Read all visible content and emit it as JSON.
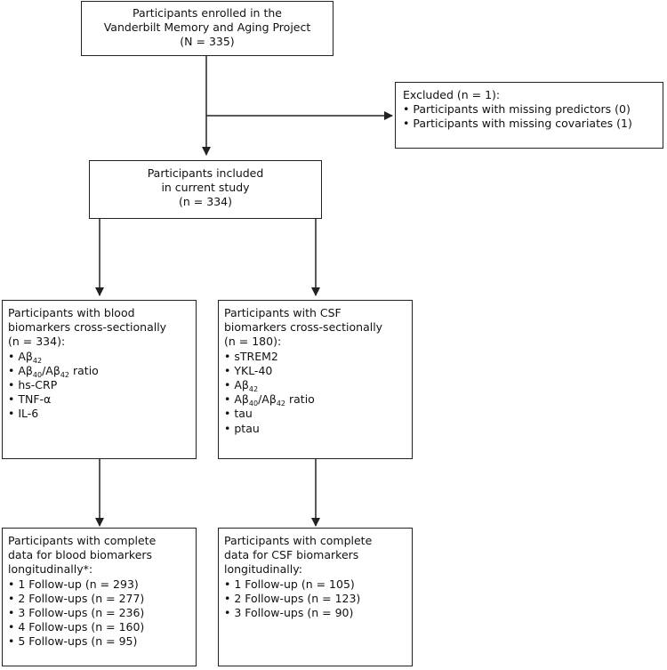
{
  "enrolled": {
    "lines": [
      "Participants enrolled in the",
      "Vanderbilt Memory and Aging Project",
      "(N = 335)"
    ]
  },
  "excluded": {
    "title": "Excluded (n = 1):",
    "items": [
      "Participants with missing predictors (0)",
      "Participants with missing covariates (1)"
    ]
  },
  "included": {
    "lines": [
      "Participants included",
      "in current study",
      "(n = 334)"
    ]
  },
  "blood_cross": {
    "lines": [
      "Participants with blood",
      "biomarkers cross-sectionally",
      "(n = 334):"
    ],
    "items": [
      {
        "parts": [
          "Aβ",
          "42",
          ""
        ]
      },
      {
        "parts": [
          "Aβ",
          "40",
          "/Aβ",
          "42",
          " ratio"
        ]
      },
      {
        "parts": [
          "hs-CRP"
        ]
      },
      {
        "parts": [
          "TNF-α"
        ]
      },
      {
        "parts": [
          "IL-6"
        ]
      }
    ]
  },
  "csf_cross": {
    "lines": [
      "Participants with CSF",
      "biomarkers cross-sectionally",
      "(n = 180):"
    ],
    "items": [
      {
        "parts": [
          "sTREM2"
        ]
      },
      {
        "parts": [
          "YKL-40"
        ]
      },
      {
        "parts": [
          "Aβ",
          "42",
          ""
        ]
      },
      {
        "parts": [
          "Aβ",
          "40",
          "/Aβ",
          "42",
          " ratio"
        ]
      },
      {
        "parts": [
          "tau"
        ]
      },
      {
        "parts": [
          "ptau"
        ]
      }
    ]
  },
  "blood_long": {
    "lines": [
      "Participants with complete",
      "data for blood biomarkers",
      "longitudinally*:"
    ],
    "items": [
      "1 Follow-up (n = 293)",
      "2 Follow-ups (n = 277)",
      "3 Follow-ups (n = 236)",
      "4 Follow-ups (n = 160)",
      "5 Follow-ups (n = 95)"
    ]
  },
  "csf_long": {
    "lines": [
      "Participants with complete",
      "data for CSF biomarkers",
      "longitudinally:"
    ],
    "items": [
      "1 Follow-up (n = 105)",
      "2 Follow-ups (n = 123)",
      "3 Follow-ups (n = 90)"
    ]
  },
  "colors": {
    "line": "#222222",
    "text": "#111111"
  }
}
